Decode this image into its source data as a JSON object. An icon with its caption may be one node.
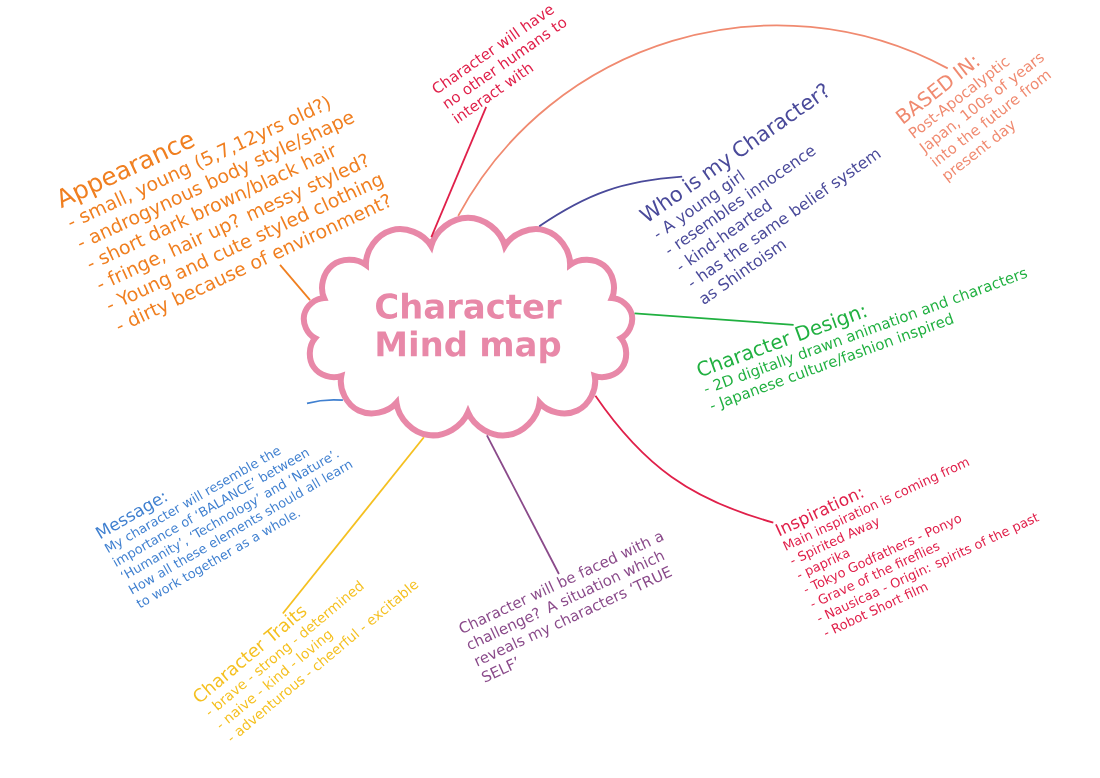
{
  "diagram": {
    "nodes": [
      {
        "text": [
          "Character Mind map"
        ]
      },
      {
        "text": [
          "Appearance",
          "- small, young (5,7,12yrs old?)",
          "- androgynous body style/shape",
          "- short dark brown/black hair",
          "- fringe, hair up? messy styled?",
          "- Young and cute styled clothing",
          "- dirty because of environment?"
        ]
      },
      {
        "text": [
          "Character will have no other humans to interact with"
        ]
      },
      {
        "text": [
          "Who is my Character?",
          "- A young girl",
          "- resembles innocence",
          "- kind-hearted",
          "- has the same belief system as Shintoism"
        ]
      },
      {
        "text": [
          "BASED IN:",
          "Post-Apocalyptic Japan, 100s of years into the future from present day"
        ]
      },
      {
        "text": [
          "Character Design:",
          "- 2D digitally drawn animation and characters",
          "- Japanese culture/fashion inspired"
        ]
      },
      {
        "text": [
          "Inspiration:",
          "Main inspiration is coming from",
          "- Spirited Away",
          "- paprika",
          "- Tokyo Godfathers - Ponyo",
          "- Grave of the fireflies",
          "- Nausicaa - Origin: spirits of the past",
          "- Robot Short film"
        ]
      },
      {
        "text": [
          "Character will be faced with a challenge? A situation which reveals my characters ‘TRUE SELF’"
        ]
      },
      {
        "text": [
          "Character Traits",
          "- brave - strong - determined",
          "- naive - kind - loving",
          "- adventurous - cheerful - excitable"
        ]
      },
      {
        "text": [
          "Message:",
          "My character will resemble the importance of ‘BALANCE’ between ‘Humanity’, ‘Technology’ and ‘Nature’. How all these elements should all learn to work together as a whole."
        ]
      }
    ],
    "edges": [
      {
        "from": 0,
        "to": 1,
        "arrow": "none",
        "color": "#f07f20"
      },
      {
        "from": 0,
        "to": 2,
        "arrow": "none",
        "color": "#e0204a"
      },
      {
        "from": 0,
        "to": 4,
        "arrow": "none",
        "color": "#f08a70"
      },
      {
        "from": 0,
        "to": 3,
        "arrow": "none",
        "color": "#4a4a9a"
      },
      {
        "from": 0,
        "to": 5,
        "arrow": "none",
        "color": "#20b040"
      },
      {
        "from": 0,
        "to": 6,
        "arrow": "none",
        "color": "#e0204a"
      },
      {
        "from": 0,
        "to": 7,
        "arrow": "none",
        "color": "#8a4a8a"
      },
      {
        "from": 0,
        "to": 8,
        "arrow": "none",
        "color": "#f5c020"
      },
      {
        "from": 0,
        "to": 9,
        "arrow": "none",
        "color": "#4080d0"
      }
    ]
  }
}
